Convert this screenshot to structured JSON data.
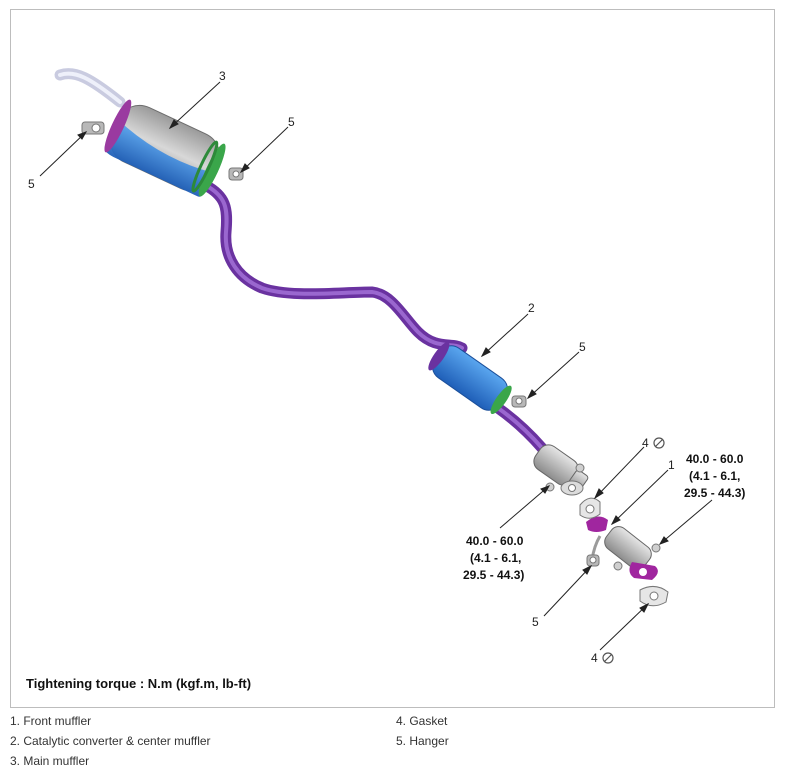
{
  "diagram": {
    "callouts": {
      "main_muffler": "3",
      "hanger_left": "5",
      "hanger_top": "5",
      "center_muffler": "2",
      "hanger_center": "5",
      "gasket_upper": "4",
      "front_muffler": "1",
      "hanger_front": "5",
      "gasket_lower": "4"
    },
    "torque_left": [
      "40.0 - 60.0",
      "(4.1 - 6.1,",
      "29.5 - 44.3)"
    ],
    "torque_right": [
      "40.0 - 60.0",
      "(4.1 - 6.1,",
      "29.5 - 44.3)"
    ],
    "caption": "Tightening torque : N.m (kgf.m, lb-ft)",
    "colors": {
      "pipe": "#7a3fb0",
      "muffler": "#2f7fd8",
      "flange": "#a0269f",
      "rubber": "#3aa64a",
      "hardware": "#b8b8b8",
      "leader": "#222222"
    }
  },
  "legend": {
    "left": [
      "1. Front muffler",
      "2. Catalytic converter & center muffler",
      "3. Main muffler"
    ],
    "right": [
      "4. Gasket",
      "5. Hanger"
    ]
  }
}
